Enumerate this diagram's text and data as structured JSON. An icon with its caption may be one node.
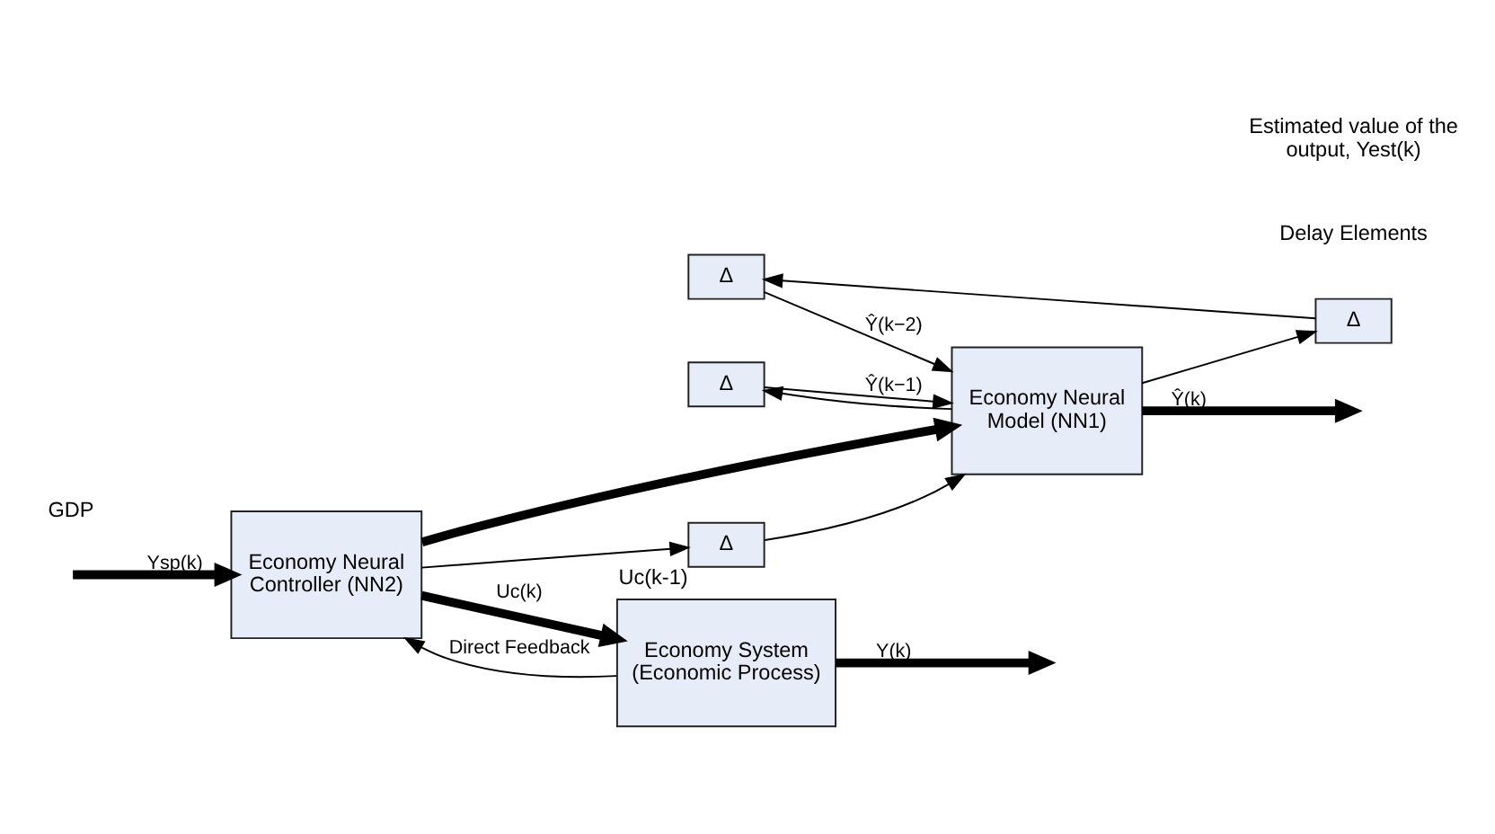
{
  "diagram": {
    "nodes": [
      {
        "text": [
          "Δ"
        ]
      },
      {
        "text": [
          "Δ"
        ]
      },
      {
        "text": [
          "Δ"
        ]
      },
      {
        "text": [
          "Economy Neural Model (NN1)"
        ]
      },
      {
        "text": [
          "Δ"
        ],
        "beside": [
          "Uc(k-1)"
        ]
      },
      {
        "text": [
          "Economy Neural Controller (NN2)"
        ]
      },
      {
        "text": [
          "Economy System (Economic Process)"
        ]
      }
    ],
    "edges": [
      {
        "from": null,
        "to": 5,
        "arrow": "to",
        "label": "Ysp(k)",
        "style": "thick"
      },
      {
        "from": 5,
        "to": 6,
        "arrow": "to",
        "label": "Uc(k)",
        "style": "thick"
      },
      {
        "from": 5,
        "to": 3,
        "arrow": "to",
        "style": "thick"
      },
      {
        "from": 5,
        "to": 4,
        "arrow": "to"
      },
      {
        "from": 4,
        "to": 3,
        "arrow": "to"
      },
      {
        "from": 3,
        "to": null,
        "arrow": "to",
        "label": "Ŷ(k)",
        "style": "thick"
      },
      {
        "from": 3,
        "to": 1,
        "arrow": "to"
      },
      {
        "from": 3,
        "to": 2,
        "arrow": "to"
      },
      {
        "from": 1,
        "to": 0,
        "arrow": "to"
      },
      {
        "from": 0,
        "to": 3,
        "arrow": "to",
        "label": "Ŷ(k−2)"
      },
      {
        "from": 2,
        "to": 3,
        "arrow": "to",
        "label": "Ŷ(k−1)"
      },
      {
        "from": 6,
        "to": null,
        "arrow": "to",
        "label": "Y(k)",
        "style": "thick"
      },
      {
        "from": 6,
        "to": 5,
        "arrow": "to",
        "label": "Direct Feedback"
      }
    ],
    "labels": [
      "Delay Elements",
      "GDP",
      "Estimated value of the output, Yest(k)"
    ]
  }
}
